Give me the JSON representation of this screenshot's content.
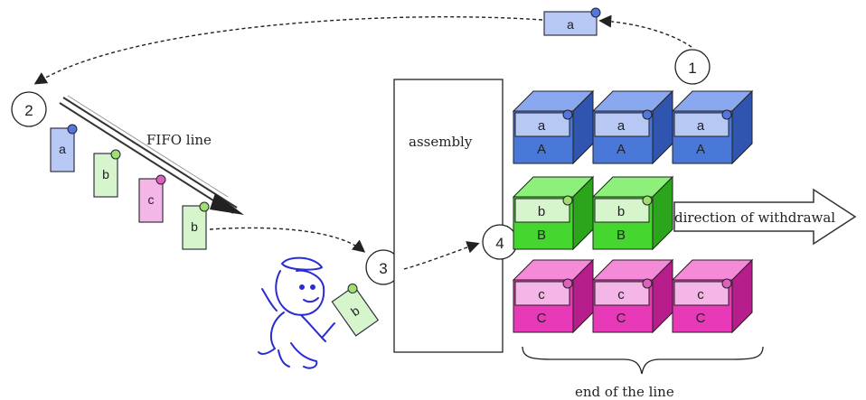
{
  "steps": {
    "s1": "1",
    "s2": "2",
    "s3": "3",
    "s4": "4"
  },
  "labels": {
    "fifo_line": "FIFO line",
    "assembly": "assembly",
    "direction": "direction of withdrawal",
    "end_of_line": "end of the line"
  },
  "kanban": {
    "returning": "a",
    "queue": [
      "a",
      "b",
      "c",
      "b"
    ],
    "carried": "b"
  },
  "boxes": {
    "row_a": {
      "card": "a",
      "part": "A"
    },
    "row_b": {
      "card": "b",
      "part": "B"
    },
    "row_c": {
      "card": "c",
      "part": "C"
    }
  },
  "colors": {
    "a_front": "#4a78d8",
    "a_top": "#8aa8f0",
    "a_side": "#2f55b0",
    "a_card": "#b7c8f5",
    "b_front": "#45d630",
    "b_top": "#8cf07a",
    "b_side": "#2aa51c",
    "b_card": "#d6f5cc",
    "c_front": "#e83ab8",
    "c_top": "#f58ad8",
    "c_side": "#b81d8c",
    "c_card": "#f4b6e6",
    "worker": "#2b2bd6"
  }
}
